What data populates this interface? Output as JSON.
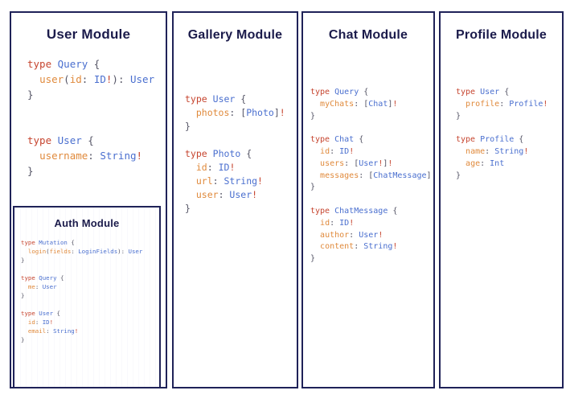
{
  "theme": {
    "background": "#ffffff",
    "panel_border": "#1f2258",
    "title_color": "#1b1b4b",
    "keyword_color": "#c6452f",
    "typename_color": "#4a6fcf",
    "field_color": "#e08a3c",
    "punctuation_color": "#555566"
  },
  "panels": [
    {
      "id": "user",
      "title": "User Module",
      "blocks": [
        [
          [
            {
              "t": "type",
              "c": "kw"
            },
            {
              "t": " ",
              "c": "pun"
            },
            {
              "t": "Query",
              "c": "type"
            },
            {
              "t": " {",
              "c": "pun"
            }
          ],
          [
            {
              "t": "  ",
              "c": "pun"
            },
            {
              "t": "user",
              "c": "fld"
            },
            {
              "t": "(",
              "c": "pun"
            },
            {
              "t": "id",
              "c": "fld"
            },
            {
              "t": ": ",
              "c": "pun"
            },
            {
              "t": "ID",
              "c": "type"
            },
            {
              "t": "!",
              "c": "bang"
            },
            {
              "t": "): ",
              "c": "pun"
            },
            {
              "t": "User",
              "c": "type"
            }
          ],
          [
            {
              "t": "}",
              "c": "pun"
            }
          ]
        ],
        [
          [
            {
              "t": "type",
              "c": "kw"
            },
            {
              "t": " ",
              "c": "pun"
            },
            {
              "t": "User",
              "c": "type"
            },
            {
              "t": " {",
              "c": "pun"
            }
          ],
          [
            {
              "t": "  ",
              "c": "pun"
            },
            {
              "t": "username",
              "c": "fld"
            },
            {
              "t": ": ",
              "c": "pun"
            },
            {
              "t": "String",
              "c": "type"
            },
            {
              "t": "!",
              "c": "bang"
            }
          ],
          [
            {
              "t": "}",
              "c": "pun"
            }
          ]
        ]
      ],
      "nested": {
        "id": "auth",
        "title": "Auth Module",
        "blocks": [
          [
            [
              {
                "t": "type",
                "c": "kw"
              },
              {
                "t": " ",
                "c": "pun"
              },
              {
                "t": "Mutation",
                "c": "type"
              },
              {
                "t": " {",
                "c": "pun"
              }
            ],
            [
              {
                "t": "  ",
                "c": "pun"
              },
              {
                "t": "login",
                "c": "fld"
              },
              {
                "t": "(",
                "c": "pun"
              },
              {
                "t": "fields",
                "c": "fld"
              },
              {
                "t": ": ",
                "c": "pun"
              },
              {
                "t": "LoginFields",
                "c": "type"
              },
              {
                "t": "): ",
                "c": "pun"
              },
              {
                "t": "User",
                "c": "type"
              }
            ],
            [
              {
                "t": "}",
                "c": "pun"
              }
            ]
          ],
          [
            [
              {
                "t": "type",
                "c": "kw"
              },
              {
                "t": " ",
                "c": "pun"
              },
              {
                "t": "Query",
                "c": "type"
              },
              {
                "t": " {",
                "c": "pun"
              }
            ],
            [
              {
                "t": "  ",
                "c": "pun"
              },
              {
                "t": "me",
                "c": "fld"
              },
              {
                "t": ": ",
                "c": "pun"
              },
              {
                "t": "User",
                "c": "type"
              }
            ],
            [
              {
                "t": "}",
                "c": "pun"
              }
            ]
          ],
          [
            [
              {
                "t": "type",
                "c": "kw"
              },
              {
                "t": " ",
                "c": "pun"
              },
              {
                "t": "User",
                "c": "type"
              },
              {
                "t": " {",
                "c": "pun"
              }
            ],
            [
              {
                "t": "  ",
                "c": "pun"
              },
              {
                "t": "id",
                "c": "fld"
              },
              {
                "t": ": ",
                "c": "pun"
              },
              {
                "t": "ID",
                "c": "type"
              },
              {
                "t": "!",
                "c": "bang"
              }
            ],
            [
              {
                "t": "  ",
                "c": "pun"
              },
              {
                "t": "email",
                "c": "fld"
              },
              {
                "t": ": ",
                "c": "pun"
              },
              {
                "t": "String",
                "c": "type"
              },
              {
                "t": "!",
                "c": "bang"
              }
            ],
            [
              {
                "t": "}",
                "c": "pun"
              }
            ]
          ]
        ]
      }
    },
    {
      "id": "gallery",
      "title": "Gallery Module",
      "blocks": [
        [
          [
            {
              "t": "type",
              "c": "kw"
            },
            {
              "t": " ",
              "c": "pun"
            },
            {
              "t": "User",
              "c": "type"
            },
            {
              "t": " {",
              "c": "pun"
            }
          ],
          [
            {
              "t": "  ",
              "c": "pun"
            },
            {
              "t": "photos",
              "c": "fld"
            },
            {
              "t": ": [",
              "c": "pun"
            },
            {
              "t": "Photo",
              "c": "type"
            },
            {
              "t": "]",
              "c": "pun"
            },
            {
              "t": "!",
              "c": "bang"
            }
          ],
          [
            {
              "t": "}",
              "c": "pun"
            }
          ]
        ],
        [
          [
            {
              "t": "type",
              "c": "kw"
            },
            {
              "t": " ",
              "c": "pun"
            },
            {
              "t": "Photo",
              "c": "type"
            },
            {
              "t": " {",
              "c": "pun"
            }
          ],
          [
            {
              "t": "  ",
              "c": "pun"
            },
            {
              "t": "id",
              "c": "fld"
            },
            {
              "t": ": ",
              "c": "pun"
            },
            {
              "t": "ID",
              "c": "type"
            },
            {
              "t": "!",
              "c": "bang"
            }
          ],
          [
            {
              "t": "  ",
              "c": "pun"
            },
            {
              "t": "url",
              "c": "fld"
            },
            {
              "t": ": ",
              "c": "pun"
            },
            {
              "t": "String",
              "c": "type"
            },
            {
              "t": "!",
              "c": "bang"
            }
          ],
          [
            {
              "t": "  ",
              "c": "pun"
            },
            {
              "t": "user",
              "c": "fld"
            },
            {
              "t": ": ",
              "c": "pun"
            },
            {
              "t": "User",
              "c": "type"
            },
            {
              "t": "!",
              "c": "bang"
            }
          ],
          [
            {
              "t": "}",
              "c": "pun"
            }
          ]
        ]
      ]
    },
    {
      "id": "chat",
      "title": "Chat Module",
      "blocks": [
        [
          [
            {
              "t": "type",
              "c": "kw"
            },
            {
              "t": " ",
              "c": "pun"
            },
            {
              "t": "Query",
              "c": "type"
            },
            {
              "t": " {",
              "c": "pun"
            }
          ],
          [
            {
              "t": "  ",
              "c": "pun"
            },
            {
              "t": "myChats",
              "c": "fld"
            },
            {
              "t": ": [",
              "c": "pun"
            },
            {
              "t": "Chat",
              "c": "type"
            },
            {
              "t": "]",
              "c": "pun"
            },
            {
              "t": "!",
              "c": "bang"
            }
          ],
          [
            {
              "t": "}",
              "c": "pun"
            }
          ]
        ],
        [
          [
            {
              "t": "type",
              "c": "kw"
            },
            {
              "t": " ",
              "c": "pun"
            },
            {
              "t": "Chat",
              "c": "type"
            },
            {
              "t": " {",
              "c": "pun"
            }
          ],
          [
            {
              "t": "  ",
              "c": "pun"
            },
            {
              "t": "id",
              "c": "fld"
            },
            {
              "t": ": ",
              "c": "pun"
            },
            {
              "t": "ID",
              "c": "type"
            },
            {
              "t": "!",
              "c": "bang"
            }
          ],
          [
            {
              "t": "  ",
              "c": "pun"
            },
            {
              "t": "users",
              "c": "fld"
            },
            {
              "t": ": [",
              "c": "pun"
            },
            {
              "t": "User",
              "c": "type"
            },
            {
              "t": "!",
              "c": "bang"
            },
            {
              "t": "]",
              "c": "pun"
            },
            {
              "t": "!",
              "c": "bang"
            }
          ],
          [
            {
              "t": "  ",
              "c": "pun"
            },
            {
              "t": "messages",
              "c": "fld"
            },
            {
              "t": ": [",
              "c": "pun"
            },
            {
              "t": "ChatMessage",
              "c": "type"
            },
            {
              "t": "]",
              "c": "pun"
            },
            {
              "t": "!",
              "c": "bang"
            }
          ],
          [
            {
              "t": "}",
              "c": "pun"
            }
          ]
        ],
        [
          [
            {
              "t": "type",
              "c": "kw"
            },
            {
              "t": " ",
              "c": "pun"
            },
            {
              "t": "ChatMessage",
              "c": "type"
            },
            {
              "t": " {",
              "c": "pun"
            }
          ],
          [
            {
              "t": "  ",
              "c": "pun"
            },
            {
              "t": "id",
              "c": "fld"
            },
            {
              "t": ": ",
              "c": "pun"
            },
            {
              "t": "ID",
              "c": "type"
            },
            {
              "t": "!",
              "c": "bang"
            }
          ],
          [
            {
              "t": "  ",
              "c": "pun"
            },
            {
              "t": "author",
              "c": "fld"
            },
            {
              "t": ": ",
              "c": "pun"
            },
            {
              "t": "User",
              "c": "type"
            },
            {
              "t": "!",
              "c": "bang"
            }
          ],
          [
            {
              "t": "  ",
              "c": "pun"
            },
            {
              "t": "content",
              "c": "fld"
            },
            {
              "t": ": ",
              "c": "pun"
            },
            {
              "t": "String",
              "c": "type"
            },
            {
              "t": "!",
              "c": "bang"
            }
          ],
          [
            {
              "t": "}",
              "c": "pun"
            }
          ]
        ]
      ]
    },
    {
      "id": "profile",
      "title": "Profile Module",
      "blocks": [
        [
          [
            {
              "t": "type",
              "c": "kw"
            },
            {
              "t": " ",
              "c": "pun"
            },
            {
              "t": "User",
              "c": "type"
            },
            {
              "t": " {",
              "c": "pun"
            }
          ],
          [
            {
              "t": "  ",
              "c": "pun"
            },
            {
              "t": "profile",
              "c": "fld"
            },
            {
              "t": ": ",
              "c": "pun"
            },
            {
              "t": "Profile",
              "c": "type"
            },
            {
              "t": "!",
              "c": "bang"
            }
          ],
          [
            {
              "t": "}",
              "c": "pun"
            }
          ]
        ],
        [
          [
            {
              "t": "type",
              "c": "kw"
            },
            {
              "t": " ",
              "c": "pun"
            },
            {
              "t": "Profile",
              "c": "type"
            },
            {
              "t": " {",
              "c": "pun"
            }
          ],
          [
            {
              "t": "  ",
              "c": "pun"
            },
            {
              "t": "name",
              "c": "fld"
            },
            {
              "t": ": ",
              "c": "pun"
            },
            {
              "t": "String",
              "c": "type"
            },
            {
              "t": "!",
              "c": "bang"
            }
          ],
          [
            {
              "t": "  ",
              "c": "pun"
            },
            {
              "t": "age",
              "c": "fld"
            },
            {
              "t": ": ",
              "c": "pun"
            },
            {
              "t": "Int",
              "c": "type"
            }
          ],
          [
            {
              "t": "}",
              "c": "pun"
            }
          ]
        ]
      ]
    }
  ]
}
